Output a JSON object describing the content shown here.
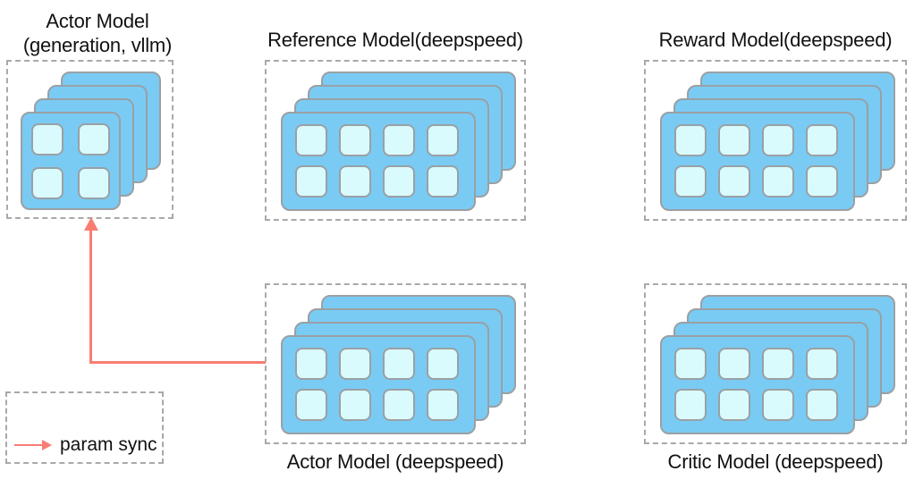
{
  "colors": {
    "card_fill": "#79cbf4",
    "cell_fill": "#d9fbfd",
    "shape_border": "#9aa0a4",
    "box_border": "#a9a9a9",
    "arrow": "#f97d73",
    "text": "#111111"
  },
  "groups": [
    {
      "id": "actor-vllm",
      "name": "Actor Model",
      "subtitle": "(generation, vllm)",
      "label_position": "top",
      "stack": {
        "count": 4,
        "rows": 2,
        "cols": 2
      }
    },
    {
      "id": "reference",
      "name": "Reference Model(deepspeed)",
      "label_position": "top",
      "stack": {
        "count": 4,
        "rows": 2,
        "cols": 4
      }
    },
    {
      "id": "reward",
      "name": "Reward Model(deepspeed)",
      "label_position": "top",
      "stack": {
        "count": 4,
        "rows": 2,
        "cols": 4
      }
    },
    {
      "id": "actor-ds",
      "name": "Actor Model (deepspeed)",
      "label_position": "bottom",
      "stack": {
        "count": 4,
        "rows": 2,
        "cols": 4
      }
    },
    {
      "id": "critic",
      "name": "Critic Model (deepspeed)",
      "label_position": "bottom",
      "stack": {
        "count": 4,
        "rows": 2,
        "cols": 4
      }
    }
  ],
  "edges": [
    {
      "label": "param sync",
      "from": "Actor Model (deepspeed)",
      "to": "Actor Model (generation, vllm)"
    }
  ],
  "legend": {
    "label": "param sync"
  }
}
